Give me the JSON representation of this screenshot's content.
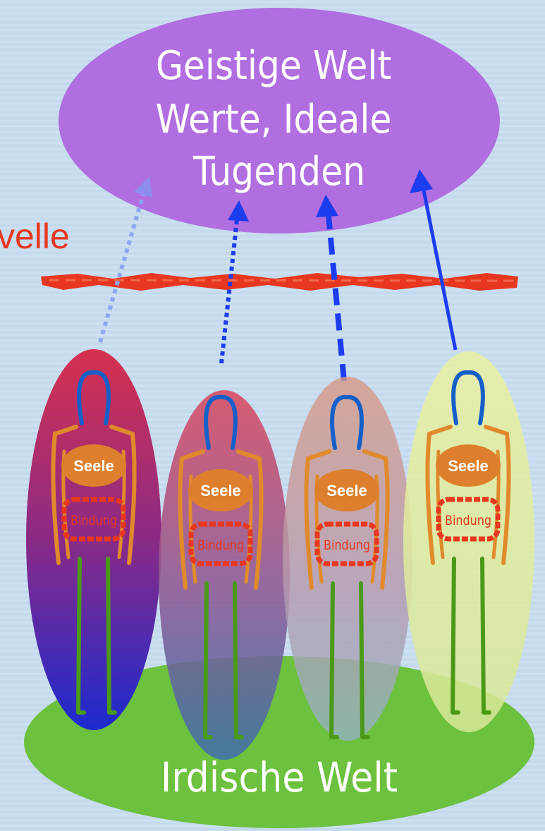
{
  "spiritual_world": {
    "lines": [
      "Geistige Welt",
      "Werte, Ideale",
      "Tugenden"
    ],
    "fill": "#b06ee0"
  },
  "earthly_world": {
    "label": "Irdische Welt",
    "fill": "#6cc13e"
  },
  "threshold": {
    "label": "velle",
    "color": "#e8371f"
  },
  "figures": [
    {
      "soul_label": "Seele",
      "bond_label": "Bindung",
      "connection": "faint-dotted"
    },
    {
      "soul_label": "Seele",
      "bond_label": "Bindung",
      "connection": "dotted"
    },
    {
      "soul_label": "Seele",
      "bond_label": "Bindung",
      "connection": "dashed"
    },
    {
      "soul_label": "Seele",
      "bond_label": "Bindung",
      "connection": "solid"
    }
  ],
  "colors": {
    "background": "#c7dcef",
    "arrow": "#1c3cf0",
    "head": "#1560c8",
    "body_outline": "#e08a2c",
    "soul_fill": "#de7f2d",
    "bond": "#e8371f",
    "legs": "#4a9a18"
  }
}
